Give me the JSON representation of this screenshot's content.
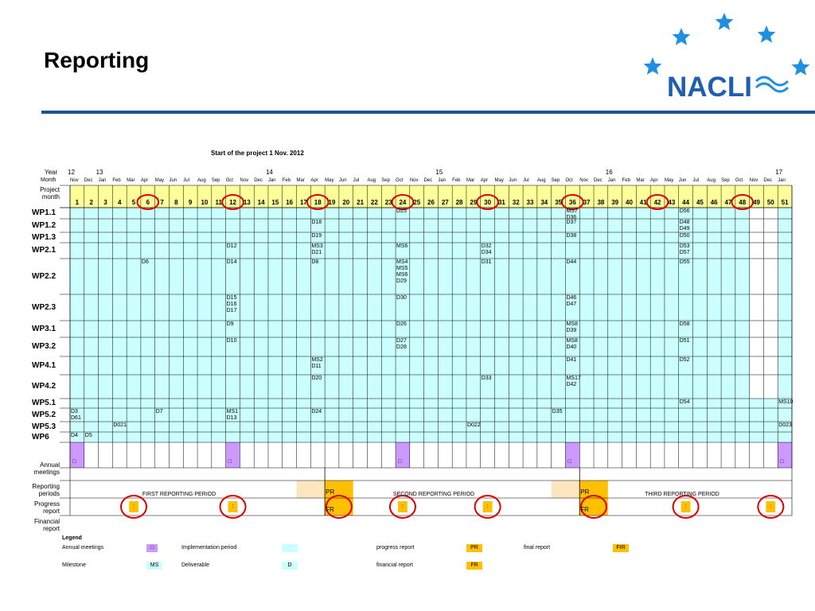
{
  "title": "Reporting",
  "logo": {
    "text": "NACLI",
    "star_color": "#1f8fe0",
    "text_color": "#1f5fb0"
  },
  "colors": {
    "grid_bg": "#ccffff",
    "header_bg": "#ffff99",
    "annual": "#cc99ff",
    "report": "#ffc000",
    "rule": "#1f4e9f",
    "circle": "#e00000"
  },
  "caption": "Start of the project 1 Nov. 2012",
  "labels": {
    "year": "Year",
    "month": "Month",
    "project_month": "Project\nmonth"
  },
  "years": [
    {
      "label": "12",
      "col": 1
    },
    {
      "label": "13",
      "col": 3
    },
    {
      "label": "14",
      "col": 15
    },
    {
      "label": "15",
      "col": 27
    },
    {
      "label": "16",
      "col": 39
    },
    {
      "label": "17",
      "col": 51
    }
  ],
  "months": [
    "Nov",
    "Dec",
    "Jan",
    "Feb",
    "Mar",
    "Apr",
    "May",
    "Jun",
    "Jul",
    "Aug",
    "Sep",
    "Oct",
    "Nov",
    "Dec",
    "Jan",
    "Feb",
    "Mar",
    "Apr",
    "May",
    "Jun",
    "Jul",
    "Aug",
    "Sep",
    "Oct",
    "Nov",
    "Dec",
    "Jan",
    "Feb",
    "Mar",
    "Apr",
    "May",
    "Jun",
    "Jul",
    "Aug",
    "Sep",
    "Oct",
    "Nov",
    "Dec",
    "Jan",
    "Feb",
    "Mar",
    "Apr",
    "May",
    "Jun",
    "Jul",
    "Aug",
    "Sep",
    "Oct",
    "Nov",
    "Dec",
    "Jan"
  ],
  "project_months": [
    "1",
    "2",
    "3",
    "4",
    "5",
    "6",
    "7",
    "8",
    "9",
    "10",
    "11",
    "12",
    "13",
    "14",
    "15",
    "16",
    "17",
    "18",
    "19",
    "20",
    "21",
    "22",
    "23",
    "24",
    "25",
    "26",
    "27",
    "28",
    "29",
    "30",
    "31",
    "32",
    "33",
    "34",
    "35",
    "36",
    "37",
    "38",
    "39",
    "40",
    "41",
    "42",
    "43",
    "44",
    "45",
    "46",
    "47",
    "48",
    "49",
    "50",
    "51"
  ],
  "circled_months": [
    6,
    12,
    18,
    24,
    30,
    36,
    42,
    48
  ],
  "work_packages": [
    {
      "name": "WP1.1",
      "entries": [
        {
          "col": 24,
          "text": "D25"
        },
        {
          "col": 36,
          "text": "MS7\nD36"
        },
        {
          "col": 44,
          "text": "D56"
        }
      ]
    },
    {
      "name": "WP1.2",
      "entries": [
        {
          "col": 18,
          "text": "D18"
        },
        {
          "col": 36,
          "text": "D37"
        },
        {
          "col": 44,
          "text": "D48\nD49"
        }
      ]
    },
    {
      "name": "WP1.3",
      "entries": [
        {
          "col": 18,
          "text": "D19"
        },
        {
          "col": 36,
          "text": "D38"
        },
        {
          "col": 44,
          "text": "D50"
        }
      ]
    },
    {
      "name": "WP2.1",
      "entries": [
        {
          "col": 12,
          "text": "D12"
        },
        {
          "col": 18,
          "text": "MS3\nD21"
        },
        {
          "col": 24,
          "text": "MS6"
        },
        {
          "col": 30,
          "text": "D32\nD34"
        },
        {
          "col": 44,
          "text": "D53\nD57"
        }
      ]
    },
    {
      "name": "WP2.2",
      "entries": [
        {
          "col": 6,
          "text": "D6"
        },
        {
          "col": 12,
          "text": "D14"
        },
        {
          "col": 18,
          "text": "D8"
        },
        {
          "col": 24,
          "text": "MS4\nMS5\nMS6\nD29"
        },
        {
          "col": 30,
          "text": "D31"
        },
        {
          "col": 36,
          "text": "D44"
        },
        {
          "col": 44,
          "text": "D55"
        }
      ]
    },
    {
      "name": "WP2.3",
      "entries": [
        {
          "col": 12,
          "text": "D15\nD16\nD17"
        },
        {
          "col": 24,
          "text": "D30"
        },
        {
          "col": 36,
          "text": "D46\nD47"
        }
      ]
    },
    {
      "name": "WP3.1",
      "entries": [
        {
          "col": 12,
          "text": "D9"
        },
        {
          "col": 24,
          "text": "D26"
        },
        {
          "col": 36,
          "text": "MS8\nD39"
        },
        {
          "col": 44,
          "text": "D58"
        }
      ]
    },
    {
      "name": "WP3.2",
      "entries": [
        {
          "col": 12,
          "text": "D10"
        },
        {
          "col": 24,
          "text": "D27\nD28"
        },
        {
          "col": 36,
          "text": "MS8\nD40"
        },
        {
          "col": 44,
          "text": "D51"
        }
      ]
    },
    {
      "name": "WP4.1",
      "entries": [
        {
          "col": 18,
          "text": "MS2\nD11"
        },
        {
          "col": 36,
          "text": "D41"
        },
        {
          "col": 44,
          "text": "D52"
        }
      ]
    },
    {
      "name": "WP4.2",
      "entries": [
        {
          "col": 18,
          "text": "D20"
        },
        {
          "col": 30,
          "text": "D33"
        },
        {
          "col": 36,
          "text": "MS17\nD42"
        }
      ]
    },
    {
      "name": "WP5.1",
      "entries": [
        {
          "col": 44,
          "text": "D54"
        },
        {
          "col": 51,
          "text": "MS10"
        }
      ]
    },
    {
      "name": "WP5.2",
      "entries": [
        {
          "col": 1,
          "text": "D3\nD61"
        },
        {
          "col": 7,
          "text": "D7"
        },
        {
          "col": 12,
          "text": "MS1\nD13"
        },
        {
          "col": 18,
          "text": "D24"
        },
        {
          "col": 35,
          "text": "D35"
        }
      ]
    },
    {
      "name": "WP5.3",
      "entries": [
        {
          "col": 4,
          "text": "D021"
        },
        {
          "col": 29,
          "text": "D022"
        },
        {
          "col": 51,
          "text": "D023"
        }
      ]
    },
    {
      "name": "WP6",
      "entries": [
        {
          "col": 1,
          "text": "D4"
        },
        {
          "col": 2,
          "text": "D5"
        }
      ]
    }
  ],
  "section_labels": {
    "annual": "Annual\nmeetings",
    "reporting": "Reporting\nperiods",
    "progress": "Progress\nreport",
    "financial": "Financial\nreport"
  },
  "annual_cols": [
    1,
    12,
    24,
    36,
    51
  ],
  "annual_mark": "□",
  "periods": [
    "FIRST REPORTING PERIOD",
    "SECOND REPORTING PERIOD",
    "THIRD REPORTING PERIOD"
  ],
  "pr_label": "PR",
  "fr_label": "FR",
  "pr_cols": [
    19,
    37
  ],
  "fr_cols": [
    19,
    37
  ],
  "financial_marks": [
    5,
    12,
    24,
    30,
    44,
    50
  ],
  "financial_mark_text": ":",
  "legend": {
    "title": "Legend",
    "annual_meetings": "Annual meetings",
    "annual_sample": "□",
    "implementation_period": "Implementation period",
    "progress_report": "progress report",
    "progress_sample": "PR",
    "final_report": "final report",
    "final_sample": "FIR",
    "milestone": "Milestone",
    "milestone_sample": "MS",
    "deliverable": "Deliverable",
    "deliverable_sample": "D",
    "financial_report": "financial report",
    "financial_sample": "FR"
  }
}
